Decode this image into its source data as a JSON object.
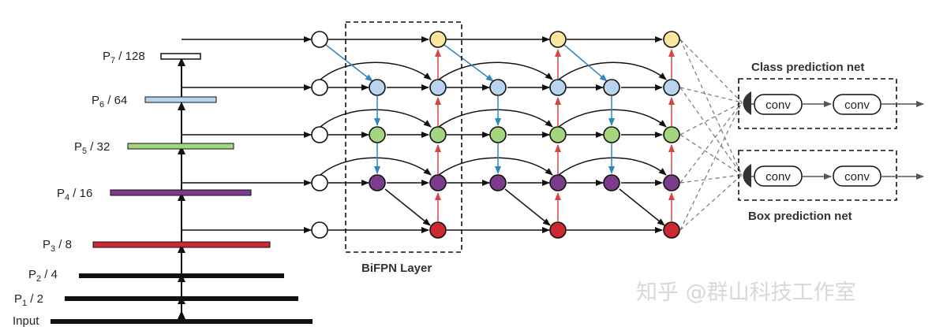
{
  "backbone": [
    {
      "base": "Input",
      "sub": "",
      "tail": ""
    },
    {
      "base": "P",
      "sub": "1",
      "tail": " / 2"
    },
    {
      "base": "P",
      "sub": "2",
      "tail": " / 4"
    },
    {
      "base": "P",
      "sub": "3",
      "tail": " / 8"
    },
    {
      "base": "P",
      "sub": "4",
      "tail": " / 16"
    },
    {
      "base": "P",
      "sub": "5",
      "tail": " / 32"
    },
    {
      "base": "P",
      "sub": "6",
      "tail": " / 64"
    },
    {
      "base": "P",
      "sub": "7",
      "tail": " / 128"
    }
  ],
  "level_colors": {
    "P7": "#fbe7a0",
    "P6": "#b8d4ee",
    "P5": "#a3d67e",
    "P4": "#7b3c8c",
    "P3": "#cc2a30",
    "edge_top_down": "#2e86c1",
    "edge_bottom_up": "#d64545",
    "edge_default": "#111111"
  },
  "bifpn_label": "BiFPN Layer",
  "class_net": {
    "title": "Class prediction net",
    "conv1": "conv",
    "conv2": "conv"
  },
  "box_net": {
    "title": "Box prediction net",
    "conv1": "conv",
    "conv2": "conv"
  },
  "watermark": "知乎 @群山科技工作室"
}
